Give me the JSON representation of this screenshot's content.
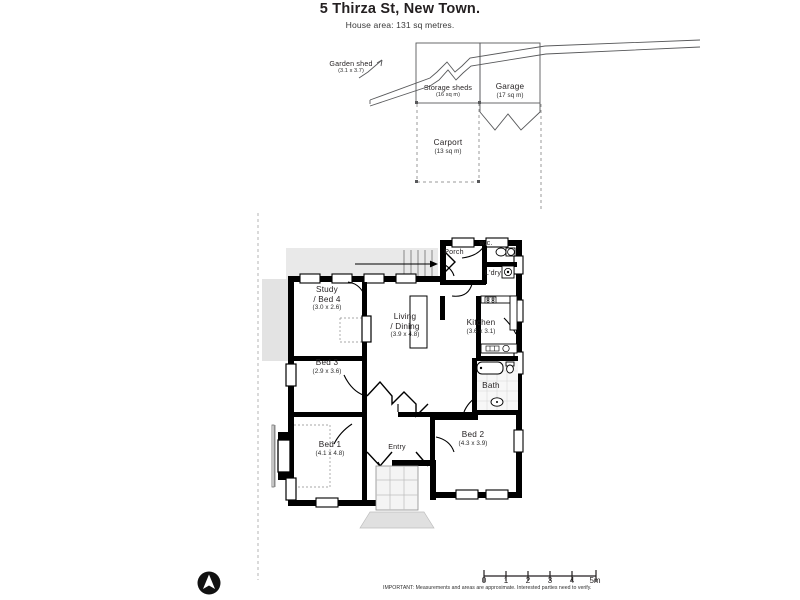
{
  "header": {
    "title": "5 Thirza St, New Town.",
    "subtitle": "House area: 131 sq metres."
  },
  "outbuildings": [
    {
      "name": "Garden shed",
      "dims": "(3.1 x 3.7)"
    },
    {
      "name": "Storage sheds",
      "dims": "(16 sq m)"
    },
    {
      "name": "Garage",
      "dims": "(17 sq m)"
    },
    {
      "name": "Carport",
      "dims": "(13 sq m)"
    }
  ],
  "rooms": [
    {
      "name": "Porch",
      "dims": ""
    },
    {
      "name": "w.c.",
      "dims": ""
    },
    {
      "name": "L'dry",
      "dims": ""
    },
    {
      "name": "Study / Bed 4",
      "name_line1": "Study",
      "name_line2": "/ Bed 4",
      "dims": "(3.0 x 2.6)"
    },
    {
      "name": "Living / Dining",
      "name_line1": "Living",
      "name_line2": "/ Dining",
      "dims": "(3.9 x 4.8)"
    },
    {
      "name": "Kitchen",
      "dims": "(3.6 x 3.1)"
    },
    {
      "name": "Bed 3",
      "dims": "(2.9 x 3.6)"
    },
    {
      "name": "Bath",
      "dims": ""
    },
    {
      "name": "Bed 1",
      "dims": "(4.1 x 4.8)"
    },
    {
      "name": "Entry",
      "dims": ""
    },
    {
      "name": "Bed 2",
      "dims": "(4.3 x 3.9)"
    }
  ],
  "scale": {
    "ticks": [
      "0",
      "1",
      "2",
      "3",
      "4",
      "5m"
    ],
    "unit": "m"
  },
  "disclaimer": "IMPORTANT: Measurements and areas are approximate. Interested parties need to verify.",
  "compass": {
    "label": "north-arrow"
  },
  "colors": {
    "wall": "#000000",
    "thin_line": "#58595b",
    "deck_fill": "#e6e6e6",
    "tile_fill": "#f2f2f2",
    "text": "#231f20",
    "dashed": "#9a9a9a"
  }
}
